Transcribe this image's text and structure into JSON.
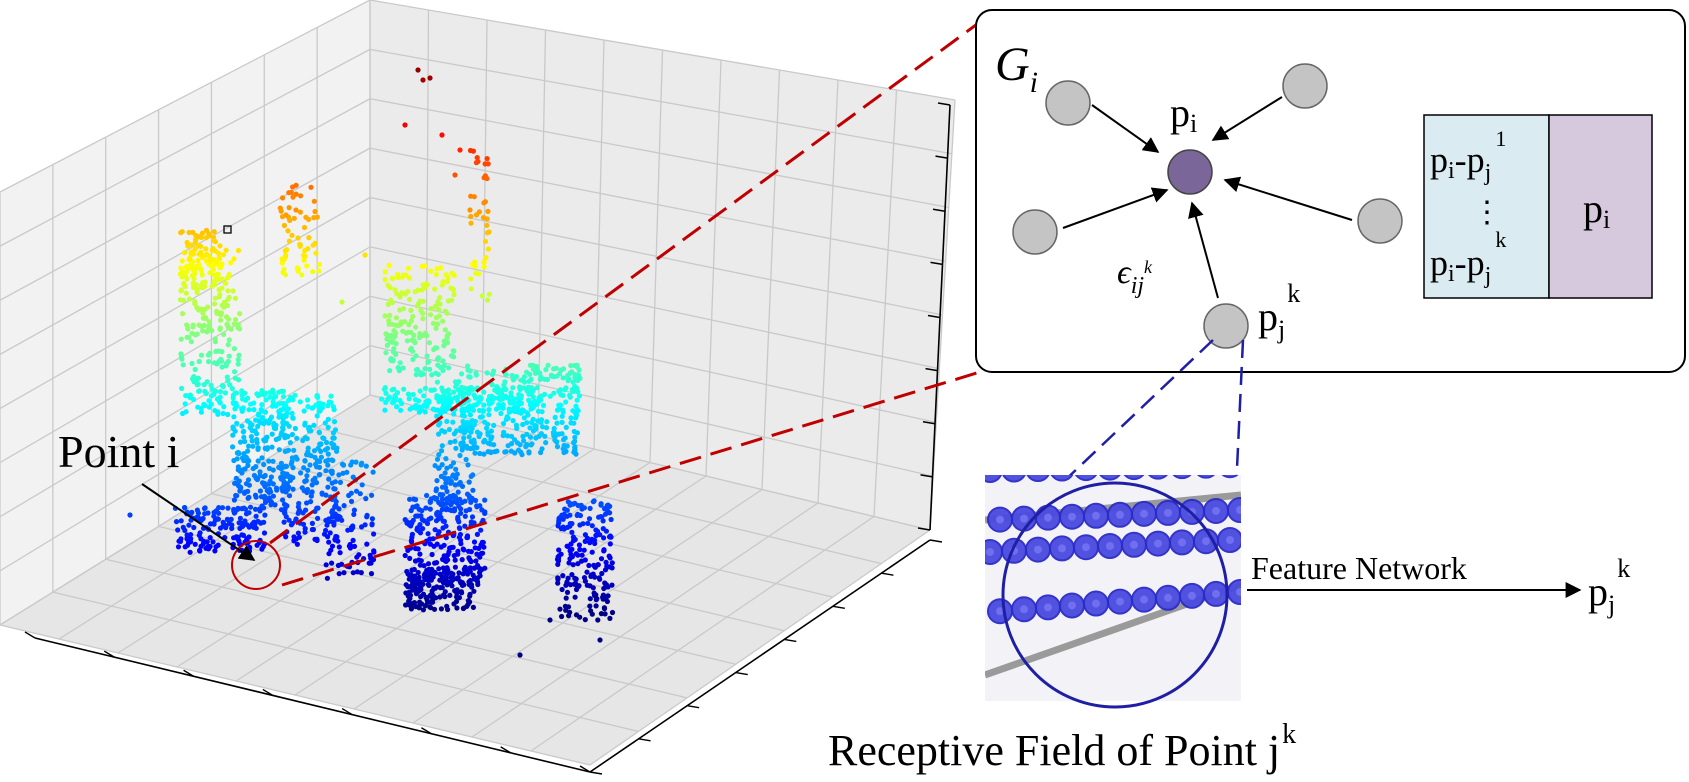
{
  "plot": {
    "annotation": "Point i"
  },
  "graph": {
    "title_main": "G",
    "title_sub": "i",
    "center_main": "p",
    "center_sub": "i",
    "edge_main": "ϵ",
    "edge_sub": "ij",
    "edge_sup": "k",
    "neighbor_main": "p",
    "neighbor_sub": "j",
    "neighbor_sup": "k"
  },
  "feature_box": {
    "row1_a": "p",
    "row1_a_sub": "i",
    "row1_dash": "-",
    "row1_b": "p",
    "row1_b_sub": "j",
    "row1_b_sup": "1",
    "ellipsis": "⋮",
    "row2_a": "p",
    "row2_a_sub": "i",
    "row2_dash": "-",
    "row2_b": "p",
    "row2_b_sub": "j",
    "row2_b_sup": "k",
    "right_main": "p",
    "right_sub": "i",
    "left_color": "#daebf2",
    "right_color": "#d6c8dd"
  },
  "zoom": {
    "label": "Feature Network",
    "output_main": "p",
    "output_sub": "j",
    "output_sup": "k",
    "caption": "Receptive Field of Point j",
    "caption_sup": "k"
  },
  "colors": {
    "red_dash": "#c00000",
    "blue_dash": "#1f1fa6",
    "center_node": "#7b6699",
    "node_fill": "#c4c4c4"
  }
}
